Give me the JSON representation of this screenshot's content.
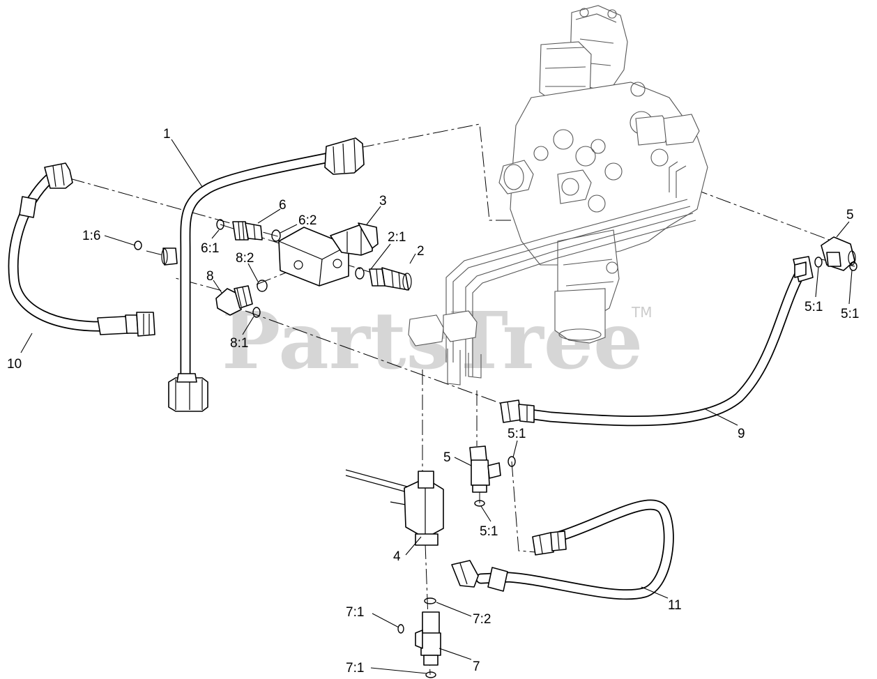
{
  "watermark": {
    "text": "PartsTree",
    "trademark": "TM"
  },
  "callouts": [
    {
      "id": "c-1",
      "text": "1"
    },
    {
      "id": "c-1-6",
      "text": "1:6"
    },
    {
      "id": "c-2",
      "text": "2"
    },
    {
      "id": "c-2-1",
      "text": "2:1"
    },
    {
      "id": "c-3",
      "text": "3"
    },
    {
      "id": "c-4",
      "text": "4"
    },
    {
      "id": "c-5-top",
      "text": "5"
    },
    {
      "id": "c-5-1-a",
      "text": "5:1"
    },
    {
      "id": "c-5-1-b",
      "text": "5:1"
    },
    {
      "id": "c-5-mid",
      "text": "5"
    },
    {
      "id": "c-5-1-c",
      "text": "5:1"
    },
    {
      "id": "c-5-1-d",
      "text": "5:1"
    },
    {
      "id": "c-6",
      "text": "6"
    },
    {
      "id": "c-6-1",
      "text": "6:1"
    },
    {
      "id": "c-6-2",
      "text": "6:2"
    },
    {
      "id": "c-7",
      "text": "7"
    },
    {
      "id": "c-7-1-a",
      "text": "7:1"
    },
    {
      "id": "c-7-1-b",
      "text": "7:1"
    },
    {
      "id": "c-7-2",
      "text": "7:2"
    },
    {
      "id": "c-8",
      "text": "8"
    },
    {
      "id": "c-8-1",
      "text": "8:1"
    },
    {
      "id": "c-8-2",
      "text": "8:2"
    },
    {
      "id": "c-9",
      "text": "9"
    },
    {
      "id": "c-10",
      "text": "10"
    },
    {
      "id": "c-11",
      "text": "11"
    }
  ]
}
